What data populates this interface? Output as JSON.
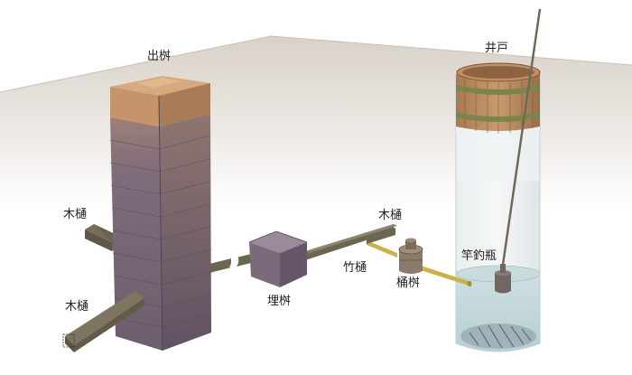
{
  "labels": {
    "demasu": "出桝",
    "ido": "井戸",
    "mokuhi_upper": "木樋",
    "mokuhi_lower": "木樋",
    "mokuhi_right": "木樋",
    "umemasu": "埋桝",
    "takehi": "竹樋",
    "okemasu": "桶桝",
    "saotsurube": "竿釣瓶"
  },
  "colors": {
    "ground": "#e8e4df",
    "ground_edge": "#cfc8c0",
    "wood_top": "#c79a6e",
    "wood_dark": "#8a6a55",
    "buried": "#7a6877",
    "well_glass": "#d9e4e6",
    "water": "#bcd3d6",
    "pipe": "#6f6a58",
    "bamboo": "#c9b24a",
    "hoop": "#6f7a45"
  }
}
